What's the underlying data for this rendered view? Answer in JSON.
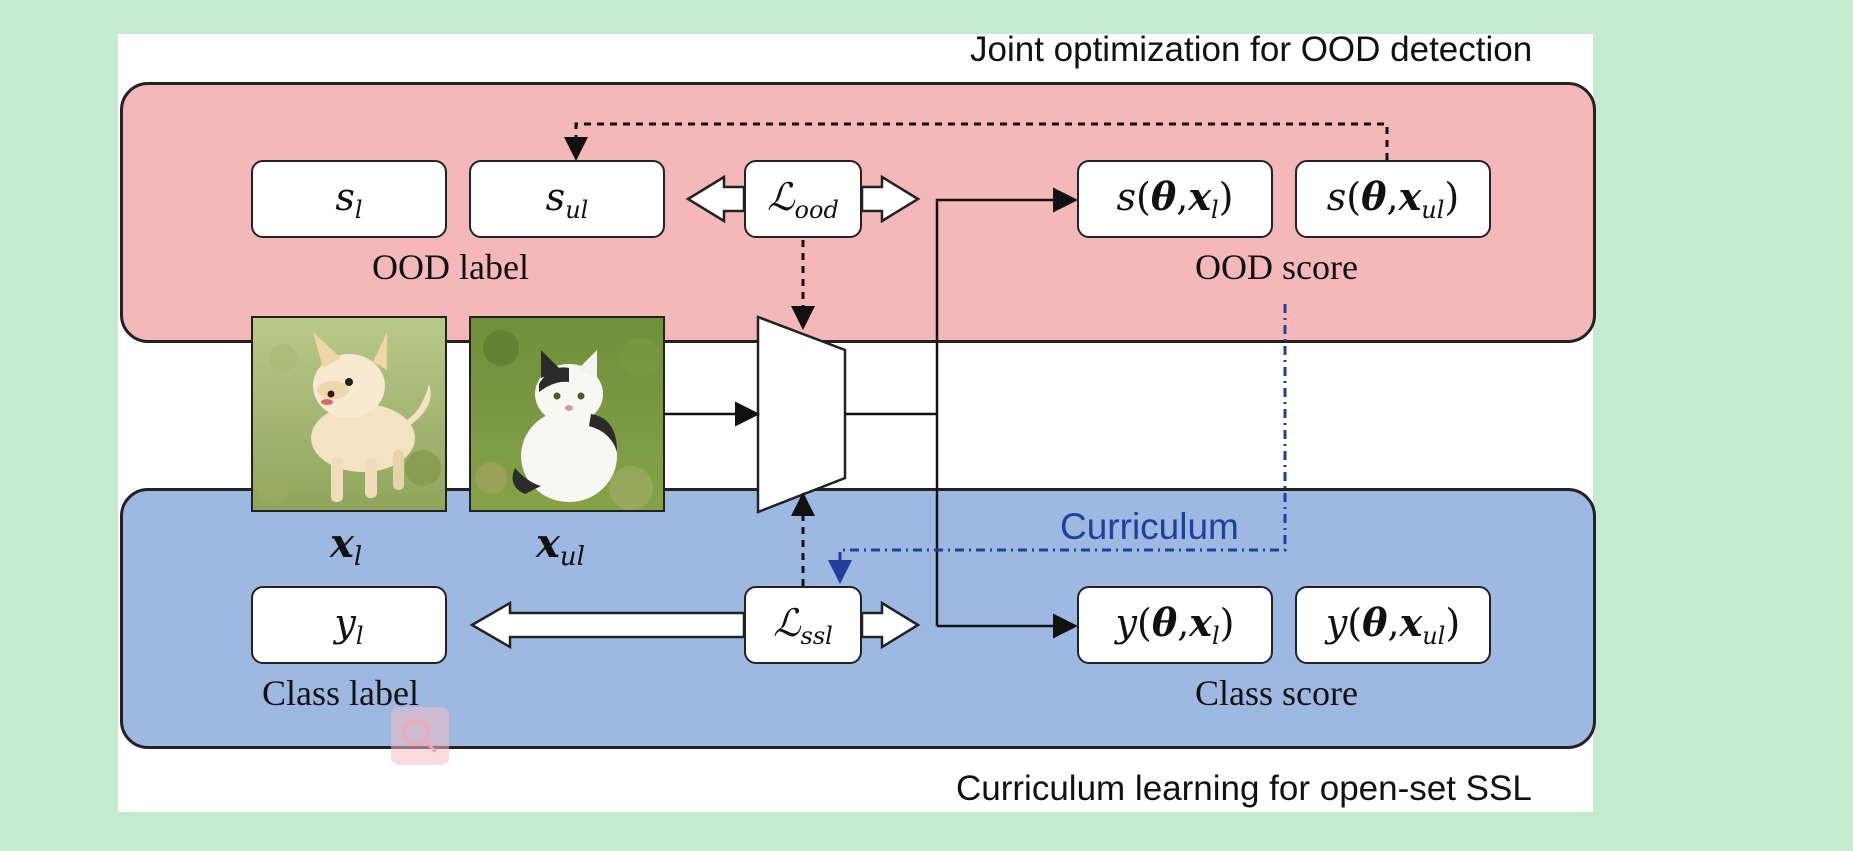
{
  "top_title": "Joint optimization for OOD detection",
  "bottom_title": "Curriculum learning for open-set SSL",
  "ood_section": {
    "label_caption": "OOD label",
    "score_caption": "OOD score"
  },
  "class_section": {
    "label_caption": "Class label",
    "score_caption": "Class score"
  },
  "curriculum_label": "Curriculum",
  "colors": {
    "background": "#c4ead0",
    "ood_panel": "#f4b8b9",
    "ssl_panel": "#9db9e2",
    "curriculum_blue": "#1f3f9a"
  },
  "icons": {
    "search": "search-icon"
  }
}
